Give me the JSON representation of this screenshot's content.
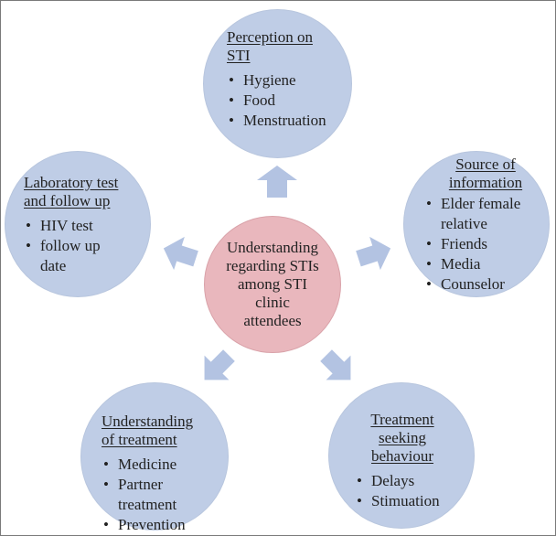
{
  "center": {
    "text_lines": [
      "Understanding",
      "regarding STIs",
      "among STI",
      "clinic",
      "attendees"
    ]
  },
  "nodes": {
    "perception": {
      "title_lines": [
        "Perception on",
        "STI"
      ],
      "items": [
        "Hygiene",
        "Food",
        "Menstruation"
      ]
    },
    "source": {
      "title_lines": [
        "Source of",
        "information"
      ],
      "items": [
        "Elder female relative",
        "Friends",
        "Media",
        "Counselor"
      ]
    },
    "treatment_seeking": {
      "title_lines": [
        "Treatment",
        "seeking",
        "behaviour"
      ],
      "items": [
        "Delays",
        "Stimuation"
      ]
    },
    "understanding_treatment": {
      "title_lines": [
        "Understanding",
        "of treatment"
      ],
      "items": [
        "Medicine",
        "Partner treatment",
        "Prevention"
      ]
    },
    "laboratory": {
      "title_lines": [
        "Laboratory test",
        "and follow up"
      ],
      "items": [
        "HIV test",
        "follow up date"
      ]
    }
  },
  "colors": {
    "outer_circle": "#bfcde6",
    "center_circle": "#e9b7bd",
    "arrow": "#b3c3e2",
    "border": "#7a7a7a"
  }
}
